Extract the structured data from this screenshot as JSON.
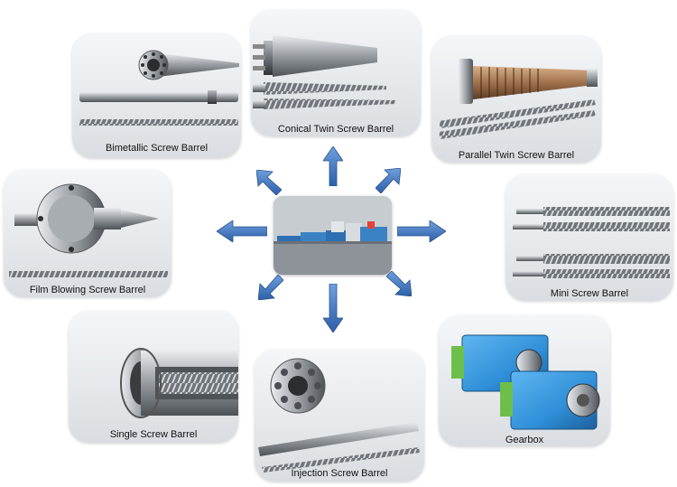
{
  "products": [
    {
      "id": "bimetallic",
      "label": "Bimetallic Screw Barrel"
    },
    {
      "id": "conical-twin",
      "label": "Conical Twin Screw Barrel"
    },
    {
      "id": "parallel-twin",
      "label": "Parallel Twin Screw Barrel"
    },
    {
      "id": "film-blowing",
      "label": "Film Blowing Screw Barrel"
    },
    {
      "id": "mini",
      "label": "Mini Screw Barrel"
    },
    {
      "id": "single",
      "label": "Single Screw Barrel"
    },
    {
      "id": "injection",
      "label": "Injection Screw Barrel"
    },
    {
      "id": "gearbox",
      "label": "Gearbox"
    }
  ],
  "colors": {
    "arrow": "#3f78c4",
    "card_background": "#e6e9ec",
    "steel": "#9ea3a8",
    "gearbox_blue": "#2f8fd8"
  },
  "icons": {
    "center": "extrusion-line-machine-icon",
    "arrow": "blue-arrow-icon"
  }
}
